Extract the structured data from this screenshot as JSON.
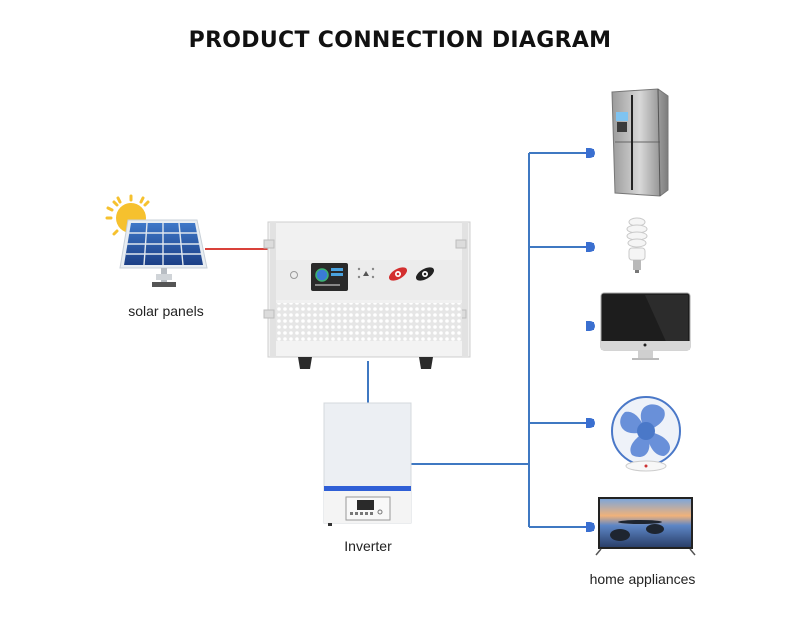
{
  "title": "PRODUCT CONNECTION DIAGRAM",
  "colors": {
    "dc_line": "#d9413a",
    "ac_line": "#3f78c2",
    "plug": "#3a6fd0",
    "inverter_stripe": "#2f5fd6"
  },
  "nodes": {
    "solar": {
      "label": "solar panels",
      "icon": "solar-panel-with-sun"
    },
    "battery": {
      "label": "",
      "icon": "rack-battery-unit"
    },
    "inverter": {
      "label": "Inverter",
      "icon": "wall-inverter"
    },
    "appliances": {
      "label": "home appliances",
      "items": [
        {
          "name": "refrigerator",
          "icon": "refrigerator-icon"
        },
        {
          "name": "light bulb",
          "icon": "cfl-bulb-icon"
        },
        {
          "name": "computer monitor",
          "icon": "monitor-icon"
        },
        {
          "name": "desk fan",
          "icon": "fan-icon"
        },
        {
          "name": "television",
          "icon": "tv-icon"
        }
      ]
    }
  },
  "connections": [
    {
      "from": "solar panels",
      "to": "battery",
      "type": "dc",
      "color": "#d9413a"
    },
    {
      "from": "battery",
      "to": "Inverter",
      "type": "ac",
      "color": "#3f78c2"
    },
    {
      "from": "Inverter",
      "to": "home appliances",
      "type": "ac-bus",
      "color": "#3f78c2"
    }
  ]
}
